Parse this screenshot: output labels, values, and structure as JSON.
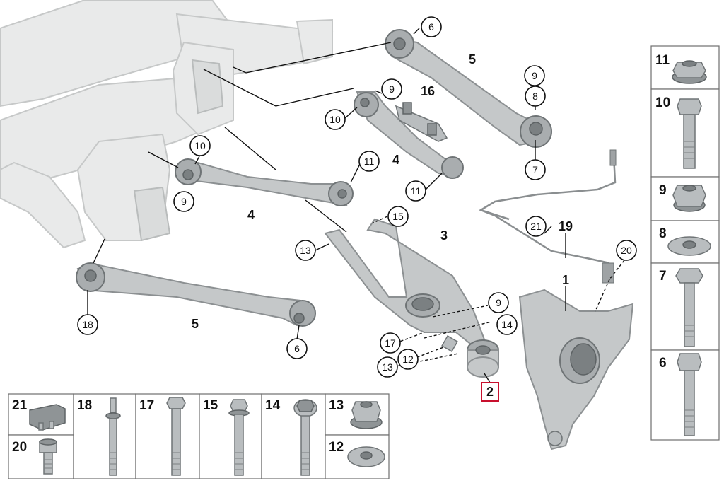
{
  "callouts": {
    "c6_top": "6",
    "c5_top": "5",
    "c9_top_right": "9",
    "c8": "8",
    "c7": "7",
    "c9_arm_mid": "9",
    "c16": "16",
    "c10_arm_mid": "10",
    "c4_upper": "4",
    "c11_upper": "11",
    "c11_lower": "11",
    "c10_left": "10",
    "c9_left": "9",
    "c4_lower": "4",
    "c15": "15",
    "c3": "3",
    "c13_upper": "13",
    "c21": "21",
    "c19": "19",
    "c20": "20",
    "c1": "1",
    "c18": "18",
    "c5_lower": "5",
    "c6_lower": "6",
    "c9_bottom": "9",
    "c14": "14",
    "c17": "17",
    "c12": "12",
    "c13_lower": "13",
    "c2": "2"
  },
  "right_panel": [
    "11",
    "10",
    "9",
    "8",
    "7",
    "6"
  ],
  "bottom_panel": {
    "top_row": [
      "21",
      "18",
      "17",
      "15",
      "14",
      "13"
    ],
    "bottom_row": [
      "20",
      "12"
    ]
  }
}
